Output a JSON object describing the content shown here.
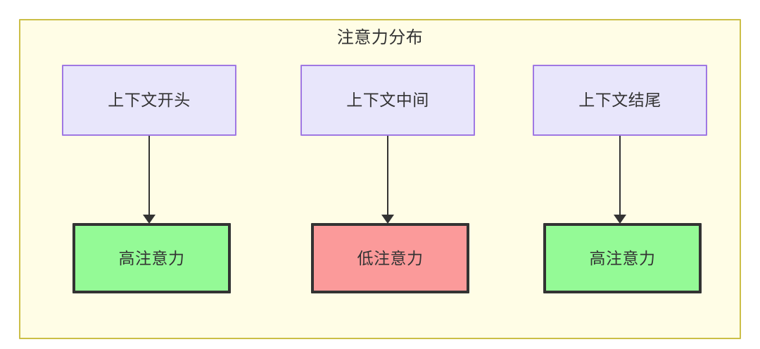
{
  "diagram": {
    "title": "注意力分布",
    "background_color": "#fffde6",
    "border_color": "#cbbf47",
    "nodes": {
      "sources": [
        {
          "id": "ctx-start",
          "label": "上下文开头",
          "fill": "#e8e6fb",
          "stroke": "#9f78e3"
        },
        {
          "id": "ctx-middle",
          "label": "上下文中间",
          "fill": "#e8e6fb",
          "stroke": "#9f78e3"
        },
        {
          "id": "ctx-end",
          "label": "上下文结尾",
          "fill": "#e8e6fb",
          "stroke": "#9f78e3"
        }
      ],
      "results": [
        {
          "id": "attn-high-start",
          "label": "高注意力",
          "fill": "#94fa96",
          "stroke": "#333333"
        },
        {
          "id": "attn-low-middle",
          "label": "低注意力",
          "fill": "#fb9a9a",
          "stroke": "#333333"
        },
        {
          "id": "attn-high-end",
          "label": "高注意力",
          "fill": "#94fa96",
          "stroke": "#333333"
        }
      ]
    },
    "edges": [
      {
        "from": "ctx-start",
        "to": "attn-high-start",
        "label": ""
      },
      {
        "from": "ctx-middle",
        "to": "attn-low-middle",
        "label": ""
      },
      {
        "from": "ctx-end",
        "to": "attn-high-end",
        "label": ""
      }
    ]
  }
}
